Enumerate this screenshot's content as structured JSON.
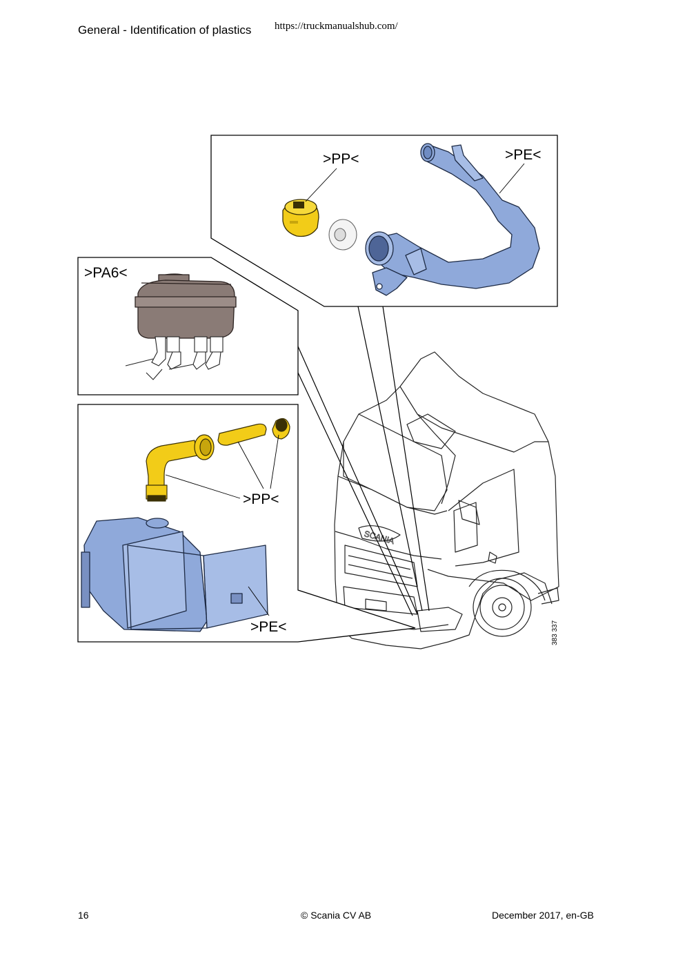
{
  "header": {
    "title": "General - Identification of plastics",
    "url": "https://truckmanualshub.com/"
  },
  "figure": {
    "labels": {
      "top_pp": ">PP<",
      "top_pe": ">PE<",
      "pa6": ">PA6<",
      "left_pp": ">PP<",
      "left_pe": ">PE<"
    },
    "figure_id": "383 337",
    "colors": {
      "pe_blue": "#8fa9da",
      "pp_yellow": "#f2cc18",
      "pa6_brown": "#8a7b76"
    }
  },
  "footer": {
    "page_number": "16",
    "copyright": "© Scania CV AB",
    "date": "December 2017, en-GB"
  }
}
